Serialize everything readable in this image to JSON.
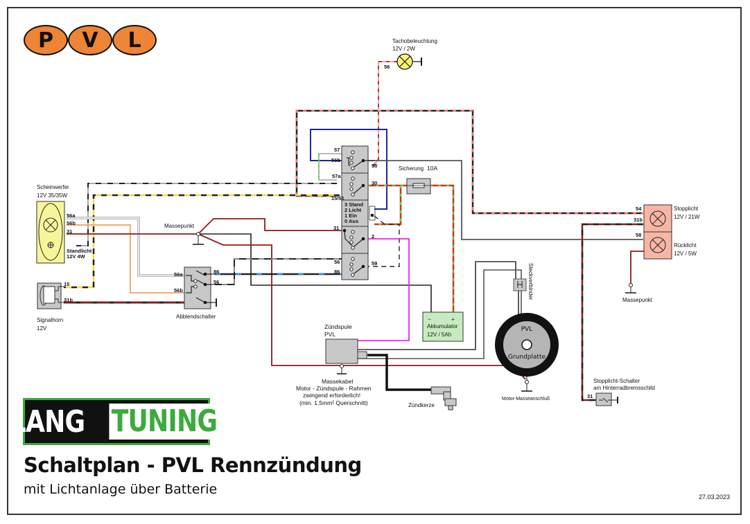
{
  "logo_top": {
    "letters": [
      "P",
      "V",
      "L"
    ],
    "color": "#ee8436"
  },
  "logo_bottom": {
    "part1": "LANG",
    "part2": "TUNING",
    "accent": "#3cab3c"
  },
  "title": "Schaltplan - PVL Rennzündung",
  "subtitle": "mit Lichtanlage über Batterie",
  "date": "27.03.2023",
  "components": {
    "tacho": {
      "name": "Tachobeleuchtung",
      "spec": "12V / 2W",
      "pin": "56"
    },
    "headlight": {
      "name": "Scheinwerfer",
      "spec": "12V 35/35W",
      "pins": [
        "56a",
        "56b",
        "31"
      ],
      "standlicht": "Standlicht",
      "standlicht_spec": "12V 4W"
    },
    "horn": {
      "name": "Signalhorn",
      "spec": "12V",
      "pins": [
        "15",
        "31b"
      ]
    },
    "dimmer": {
      "name": "Abblendschalter",
      "pins_left": [
        "56a",
        "56b"
      ],
      "pins_right": [
        "86",
        "56"
      ]
    },
    "masse1": "Massepunkt",
    "switch": {
      "pins_top": [
        "57",
        "56b",
        "58",
        "57a",
        "30",
        "15/51"
      ],
      "positions": [
        "3 Stand",
        "2 Licht",
        "1 Ein",
        "0 Aus"
      ],
      "pins_bottom": [
        "31",
        "2",
        "56",
        "86",
        "59"
      ]
    },
    "fuse": {
      "name": "Sicherung",
      "rating": "10A"
    },
    "battery": {
      "name": "Akkumulator",
      "spec": "12V / 5Ah",
      "minus": "−",
      "plus": "+"
    },
    "coil": {
      "name": "Zündspule",
      "sub": "PVL"
    },
    "ground_note": [
      "Massekabel",
      "Motor - Zündspule - Rahmen",
      "zwingend erforderlich!",
      "(min. 1,5mm² Querschnitt)"
    ],
    "spark_plug": "Zündkerze",
    "stator": {
      "name": "PVL",
      "sub": "Grundplatte",
      "connector": "Steckverbinder",
      "ground": "Motor-Masseanschluß"
    },
    "rear": {
      "stop": {
        "name": "Stopplicht",
        "spec": "12V / 21W"
      },
      "tail": {
        "name": "Rücklicht",
        "spec": "12V / 5W"
      },
      "pins": [
        "54",
        "31b",
        "58"
      ],
      "masse": "Massepunkt"
    },
    "brake_switch": {
      "name": "Stopplicht-Schalter",
      "sub": "am Hinterradbremsschild",
      "pin": "31"
    }
  },
  "colors": {
    "red": "#8b1a1a",
    "orange": "#f0a060",
    "gray": "#aaaaaa",
    "blue": "#1a2a9a",
    "magenta": "#ee22ee",
    "green_dash": "#66cc44",
    "yellow": "#f5d84a",
    "red_dash": "#ee2222",
    "box_gray": "#c8c8c8",
    "headlight_yellow": "#f7f59a",
    "rear_pink": "#f7b6a4",
    "battery_green": "#c7ebc0"
  }
}
